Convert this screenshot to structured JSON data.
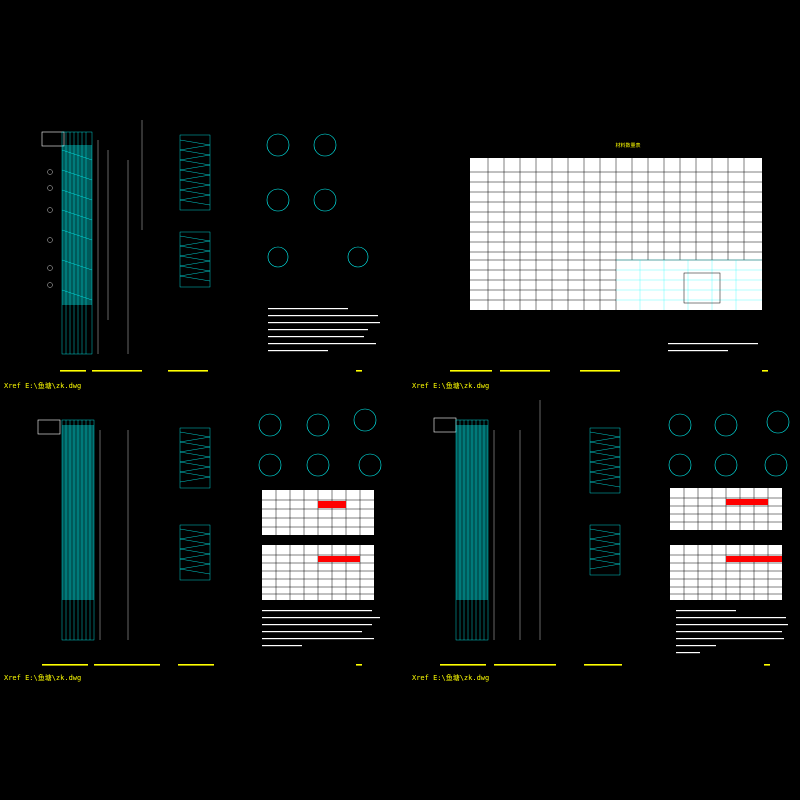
{
  "app": {
    "title": "CAD drawing sheet"
  },
  "colors": {
    "background": "#000000",
    "rebar": "#00ffff",
    "frame": "#ffffff",
    "text": "#ffff00",
    "highlight": "#ff0000",
    "green": "#00ff00"
  },
  "xrefs": [
    {
      "label": "Xref E:\\鱼塘\\zk.dwg"
    },
    {
      "label": "Xref E:\\鱼塘\\zk.dwg"
    },
    {
      "label": "Xref E:\\鱼塘\\zk.dwg"
    }
  ],
  "panels": [
    {
      "table_title": ""
    },
    {
      "table_title": "材料数量表"
    },
    {
      "table_title": ""
    },
    {
      "table_title": ""
    }
  ]
}
